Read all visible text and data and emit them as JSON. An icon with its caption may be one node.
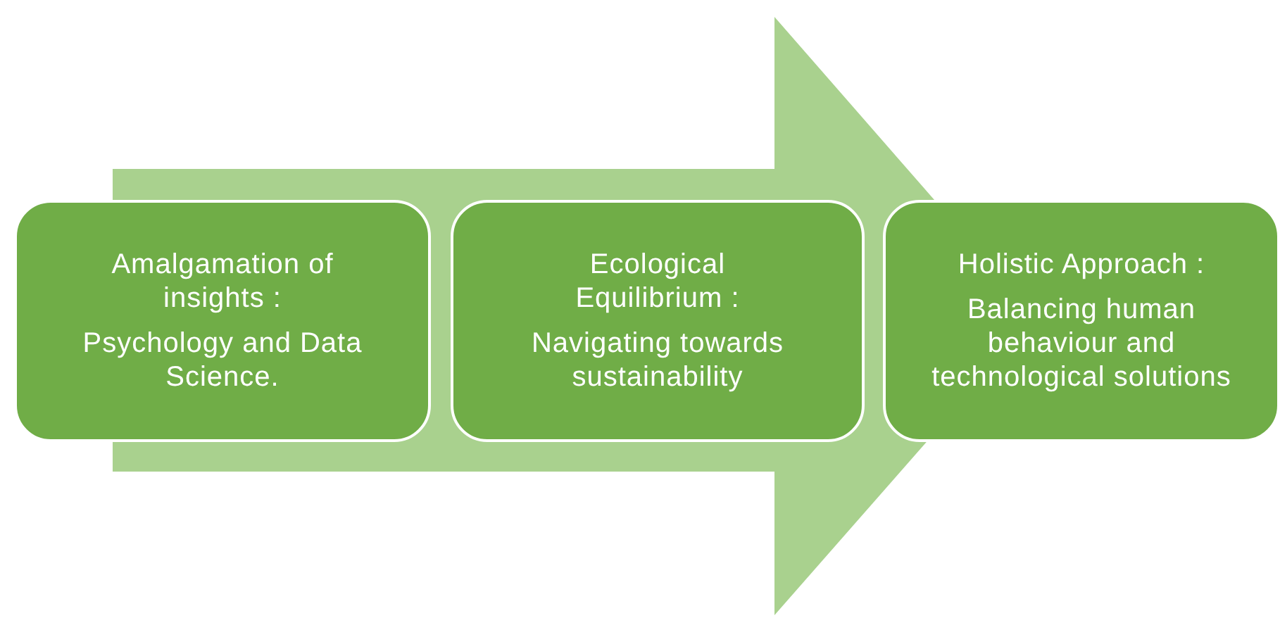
{
  "diagram": {
    "nodes": [
      {
        "text": [
          "Amalgamation of insights :",
          "Psychology and Data Science."
        ]
      },
      {
        "text": [
          "Ecological Equilibrium :",
          "Navigating towards sustainability"
        ]
      },
      {
        "text": [
          "Holistic Approach :",
          "Balancing human behaviour and technological solutions"
        ]
      }
    ],
    "edges": [
      {
        "from": 0,
        "to": 2,
        "arrow": "to"
      }
    ]
  }
}
